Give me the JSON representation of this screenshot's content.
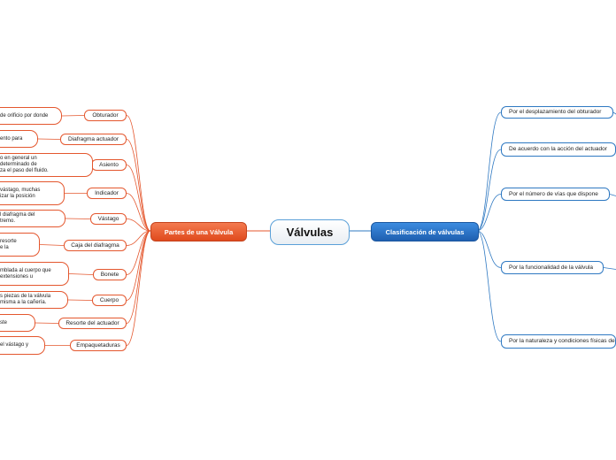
{
  "central": {
    "title": "Válvulas"
  },
  "left_branch": {
    "title": "Partes de una Válvula",
    "parts": [
      {
        "label": "Obturador",
        "desc": "de orificio por donde"
      },
      {
        "label": "Diafragma actuador",
        "desc": "ento para"
      },
      {
        "label": "Asiento",
        "desc": "o en general un\ndeterminado de\nza el paso del fluido."
      },
      {
        "label": "Indicador",
        "desc": "vástago, muchas\nizar la posición"
      },
      {
        "label": "Vástago",
        "desc": "l diafragma del\ntremo."
      },
      {
        "label": "Caja del diafragma",
        "desc": "resorte\ne la"
      },
      {
        "label": "Bonete",
        "desc": "mblada al cuerpo que\nextensiones u"
      },
      {
        "label": "Cuerpo",
        "desc": "s piezas de la válvula\nmisma a la cañería."
      },
      {
        "label": "Resorte del actuador",
        "desc": "ste"
      },
      {
        "label": "Empaquetaduras",
        "desc": "el vástago y"
      }
    ]
  },
  "right_branch": {
    "title": "Clasificación de válvulas",
    "items": [
      {
        "label": "Por el desplazamiento del obturador"
      },
      {
        "label": "De acuerdo con la acción del actuador"
      },
      {
        "label": "Por el número de vías que dispone"
      },
      {
        "label": "Por la funcionalidad de la válvula"
      },
      {
        "label": "Por la naturaleza y condiciones físicas de"
      }
    ]
  },
  "colors": {
    "left_accent": "#e4572e",
    "right_accent": "#2f79c2"
  }
}
